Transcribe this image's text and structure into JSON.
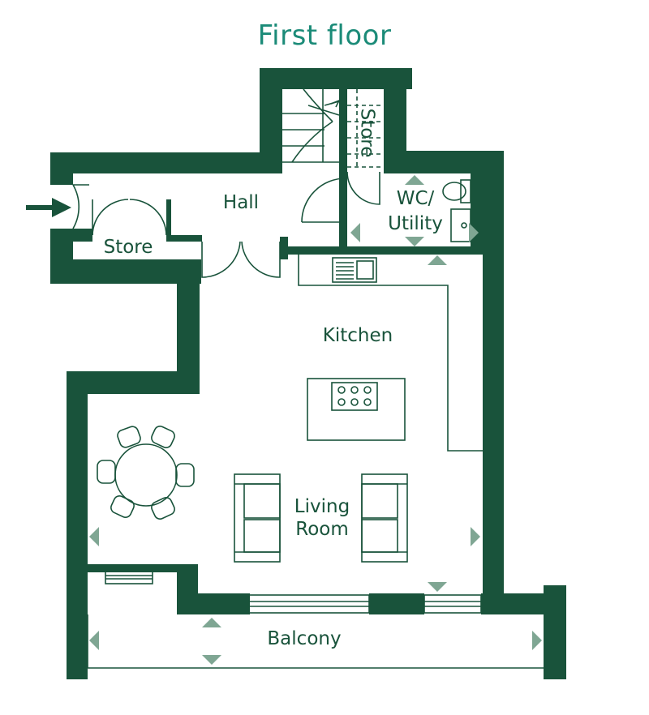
{
  "title": "First floor",
  "rooms": {
    "hall": "Hall",
    "store_left": "Store",
    "store_stair": "Store",
    "wc_line1": "WC/",
    "wc_line2": "Utility",
    "kitchen": "Kitchen",
    "living_line1": "Living",
    "living_line2": "Room",
    "balcony": "Balcony"
  },
  "colors": {
    "wall": "#19533b",
    "title": "#1b8b78",
    "text": "#19533b",
    "marker": "#7fa693",
    "background": "#ffffff"
  },
  "icons": [
    "entrance-arrow-icon",
    "stair-icon",
    "toilet-icon",
    "basin-icon",
    "sink-icon",
    "hob-icon",
    "dining-table-icon",
    "sofa-icon",
    "window-icon",
    "dimension-marker-icon"
  ]
}
